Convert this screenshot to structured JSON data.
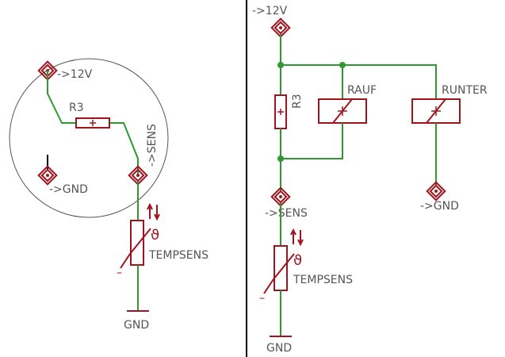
{
  "left": {
    "pad_12v": "->12V",
    "resistor": "R3",
    "pad_sens": "->SENS",
    "pad_gnd": "->GND",
    "sensor": "TEMPSENS",
    "sensor_sign": "ϑ",
    "minus": "–",
    "gnd": "GND"
  },
  "right": {
    "supply": "->12V",
    "resistor": "R3",
    "relay_up": "RAUF",
    "relay_down": "RUNTER",
    "pad_gnd": "->GND",
    "pad_sens": "->SENS",
    "sensor": "TEMPSENS",
    "sensor_sign": "ϑ",
    "minus": "–",
    "gnd": "GND"
  }
}
